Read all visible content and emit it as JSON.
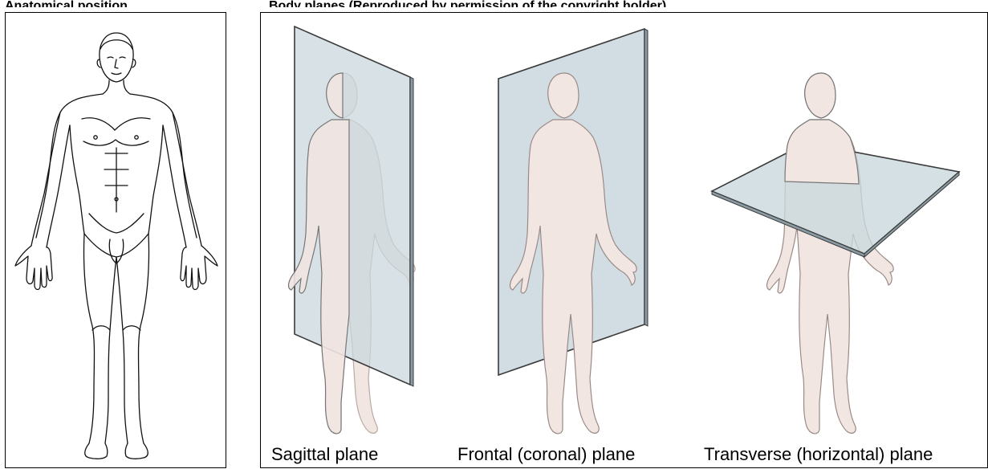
{
  "top_clipped_text": {
    "left": "Anatomical position",
    "right": "Body planes (Reproduced by permission of the copyright holder)"
  },
  "planes": {
    "sagittal": "Sagittal plane",
    "frontal": "Frontal (coronal) plane",
    "transverse": "Transverse (horizontal) plane"
  },
  "colors": {
    "plane_fill": "#c9d7dd",
    "plane_edge": "#3a3a3a",
    "body_fill": "#f1e6e2",
    "outline": "#111111"
  }
}
